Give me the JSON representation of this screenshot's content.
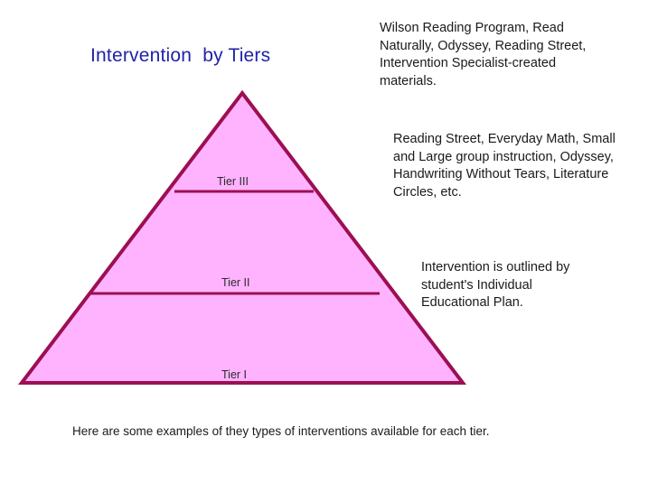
{
  "slide": {
    "title": "Intervention  by Tiers",
    "title_color": "#2222aa",
    "background_color": "#ffffff",
    "footer_note": "Here are some examples of they types of interventions available for each tier."
  },
  "pyramid": {
    "fill_color": "#ffb3ff",
    "stroke_color": "#9c0f52",
    "tiers": [
      {
        "id": "tier-3",
        "label": "Tier III"
      },
      {
        "id": "tier-2",
        "label": "Tier II"
      },
      {
        "id": "tier-1",
        "label": "Tier I"
      }
    ]
  },
  "callouts": [
    {
      "id": "callout-tier3",
      "text": "Wilson Reading Program, Read Naturally, Odyssey, Reading Street, Intervention Specialist-created materials."
    },
    {
      "id": "callout-tier2",
      "text": "Reading Street, Everyday Math, Small and Large group instruction, Odyssey, Handwriting Without Tears, Literature Circles, etc."
    },
    {
      "id": "callout-tier1",
      "text": "Intervention is outlined by student's Individual Educational Plan."
    }
  ]
}
